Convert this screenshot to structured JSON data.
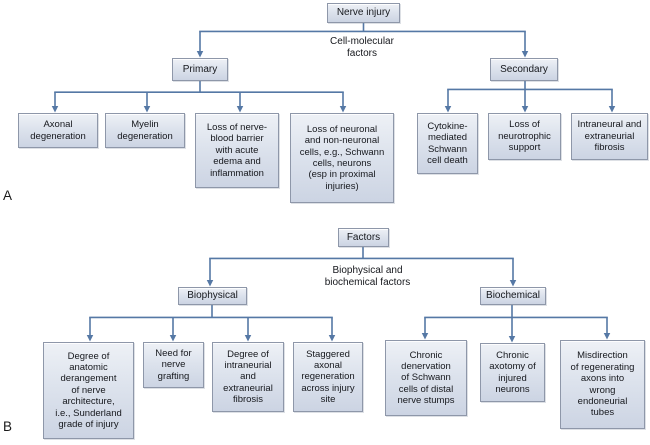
{
  "colors": {
    "background": "#ffffff",
    "box_fill_top": "#eef1f6",
    "box_fill_bottom": "#ccd4e3",
    "box_border": "#8e97a9",
    "connector_line": "#5578a5",
    "text": "#16181d"
  },
  "diagram_a": {
    "panel_label": "A",
    "root_label": "Nerve injury",
    "connector_label": "Cell-molecular\nfactors",
    "branches": [
      {
        "label": "Primary",
        "children": [
          "Axonal\ndegeneration",
          "Myelin\ndegeneration",
          "Loss of nerve-\nblood barrier\nwith acute\nedema and\ninflammation",
          "Loss of neuronal\nand non-neuronal\ncells, e.g., Schwann\ncells, neurons\n(esp in proximal\ninjuries)"
        ]
      },
      {
        "label": "Secondary",
        "children": [
          "Cytokine-\nmediated\nSchwann\ncell death",
          "Loss of\nneurotrophic\nsupport",
          "Intraneural and\nextraneurial\nfibrosis"
        ]
      }
    ]
  },
  "diagram_b": {
    "panel_label": "B",
    "root_label": "Factors",
    "connector_label": "Biophysical and\nbiochemical factors",
    "branches": [
      {
        "label": "Biophysical",
        "children": [
          "Degree of\nanatomic\nderangement\nof nerve\narchitecture,\ni.e., Sunderland\ngrade of injury",
          "Need for\nnerve\ngrafting",
          "Degree of\nintraneurial\nand\nextraneurial\nfibrosis",
          "Staggered\naxonal\nregeneration\nacross injury\nsite"
        ]
      },
      {
        "label": "Biochemical",
        "children": [
          "Chronic\ndenervation\nof Schwann\ncells of distal\nnerve stumps",
          "Chronic\naxotomy of\ninjured\nneurons",
          "Misdirection\nof regenerating\naxons into\nwrong\nendoneurial\ntubes"
        ]
      }
    ]
  }
}
